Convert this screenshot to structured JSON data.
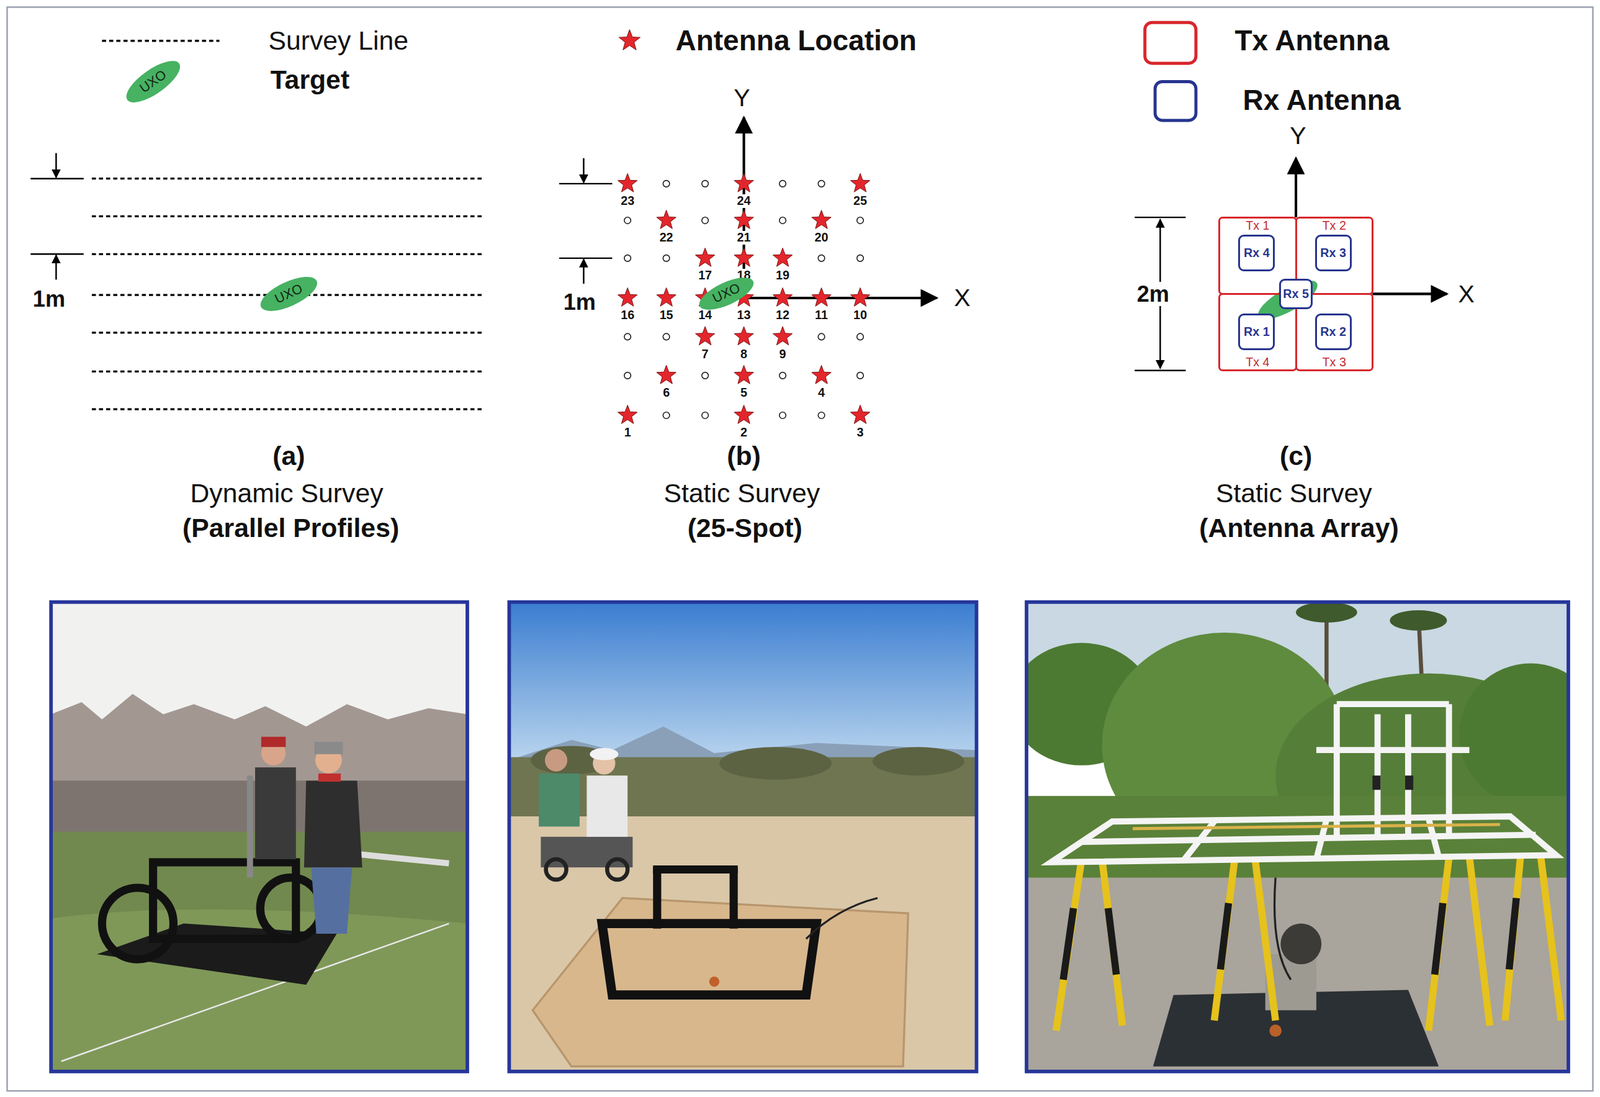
{
  "diagram": {
    "nodes": [
      {
        "text": [
          "UXO"
        ]
      },
      {
        "text": [
          "UXO"
        ]
      },
      {
        "text": [
          "UXO"
        ]
      },
      {
        "text": [
          "Tx 1"
        ]
      },
      {
        "text": [
          "Rx 4"
        ],
        "in": 3
      },
      {
        "text": [
          "Tx 2"
        ]
      },
      {
        "text": [
          "Rx 3"
        ],
        "in": 5
      },
      {
        "text": [
          "Tx 4"
        ]
      },
      {
        "text": [
          "Rx 1"
        ],
        "in": 7
      },
      {
        "text": [
          "Tx 3"
        ]
      },
      {
        "text": [
          "Rx 2"
        ],
        "in": 9
      },
      {
        "text": [
          "Rx 5"
        ]
      }
    ],
    "labels": [
      "1m",
      "1m",
      "Y",
      "X",
      "23",
      "24",
      "25",
      "22",
      "21",
      "20",
      "17",
      "18",
      "19",
      "16",
      "15",
      "14",
      "13",
      "12",
      "11",
      "10",
      "7",
      "8",
      "9",
      "6",
      "5",
      "4",
      "1",
      "2",
      "3",
      "Y",
      "2m",
      "X",
      "(a)",
      "Dynamic Survey",
      "(Parallel Profiles)",
      "(b)",
      "Static Survey",
      "(25-Spot)",
      "(c)",
      "Static Survey",
      "(Antenna Array)"
    ],
    "legend": [
      {
        "text": "Survey Line"
      },
      {
        "text": "Target"
      },
      {
        "text": "Antenna Location"
      },
      {
        "text": "Tx Antenna"
      },
      {
        "text": "Rx Antenna"
      }
    ]
  }
}
